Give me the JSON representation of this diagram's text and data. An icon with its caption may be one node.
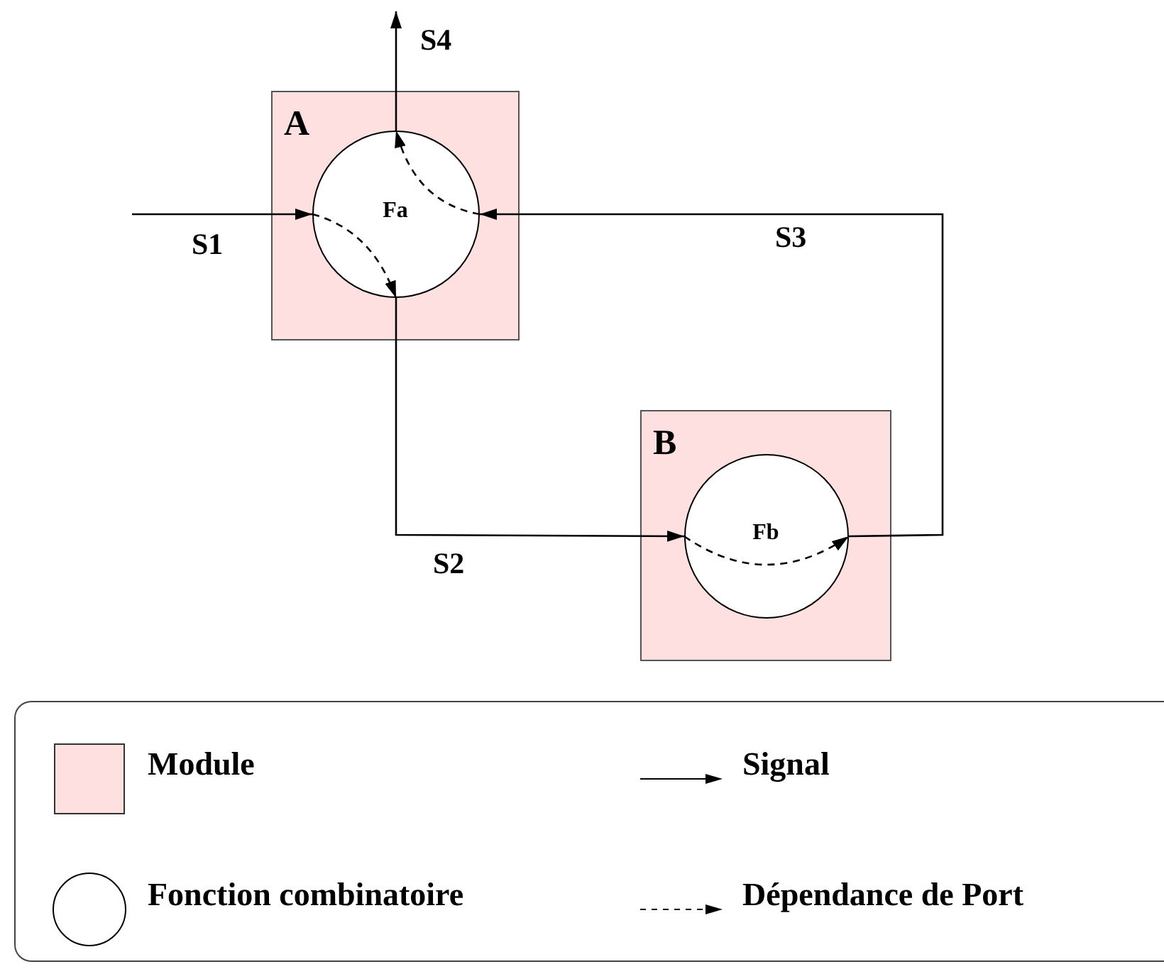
{
  "diagram": {
    "nodes": [
      {
        "text": [
          "A"
        ]
      },
      {
        "text": [
          "Fa"
        ],
        "in": 0
      },
      {
        "text": [
          "B"
        ]
      },
      {
        "text": [
          "Fb"
        ],
        "in": 2
      }
    ],
    "edges": [
      {
        "from": null,
        "to": 1,
        "arrow": "to",
        "label": "S1"
      },
      {
        "from": 1,
        "to": null,
        "arrow": "to",
        "label": "S4"
      },
      {
        "from": 1,
        "to": 3,
        "arrow": "to",
        "label": "S2"
      },
      {
        "from": 3,
        "to": 1,
        "arrow": "to",
        "label": "S3"
      },
      {
        "from": 1,
        "to": 1,
        "arrow": "to",
        "style": "dashed"
      },
      {
        "from": 1,
        "to": 1,
        "arrow": "to",
        "style": "dashed"
      },
      {
        "from": 3,
        "to": 3,
        "arrow": "to",
        "style": "dashed"
      }
    ],
    "legend": [
      {
        "text": "Module",
        "color": "#ffe0e0"
      },
      {
        "text": "Signal"
      },
      {
        "text": "Fonction combinatoire"
      },
      {
        "text": "Dépendance de Port"
      }
    ]
  }
}
